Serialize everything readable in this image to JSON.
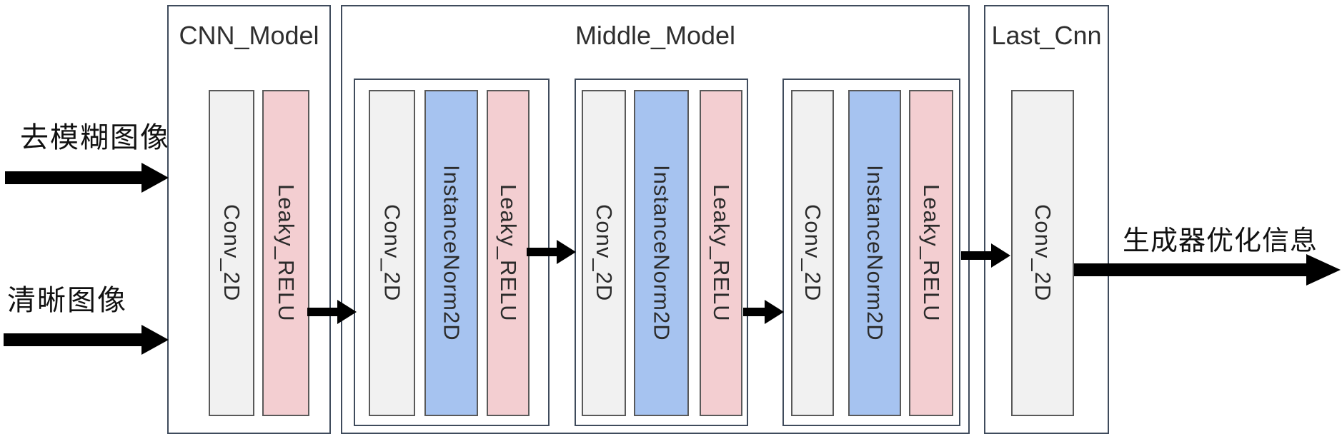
{
  "inputs": [
    {
      "label": "去模糊图像"
    },
    {
      "label": "清晰图像"
    }
  ],
  "output": {
    "label": "生成器优化信息"
  },
  "groups": {
    "cnn_model": {
      "title": "CNN_Model",
      "layers": [
        {
          "label": "Conv_2D"
        },
        {
          "label": "Leaky_RELU"
        }
      ]
    },
    "middle_model": {
      "title": "Middle_Model",
      "blocks": [
        {
          "layers": [
            {
              "label": "Conv_2D"
            },
            {
              "label": "InstanceNorm2D"
            },
            {
              "label": "Leaky_RELU"
            }
          ]
        },
        {
          "layers": [
            {
              "label": "Conv_2D"
            },
            {
              "label": "InstanceNorm2D"
            },
            {
              "label": "Leaky_RELU"
            }
          ]
        },
        {
          "layers": [
            {
              "label": "Conv_2D"
            },
            {
              "label": "InstanceNorm2D"
            },
            {
              "label": "Leaky_RELU"
            }
          ]
        }
      ]
    },
    "last_cnn": {
      "title": "Last_Cnn",
      "layers": [
        {
          "label": "Conv_2D"
        }
      ]
    }
  },
  "colors": {
    "conv_fill": "#f1f1f1",
    "instance_norm_fill": "#a6c3f0",
    "leaky_relu_fill": "#f3ced1",
    "bar_border": "#595959",
    "box_border": "#3f4b5c",
    "arrow": "#000000"
  }
}
